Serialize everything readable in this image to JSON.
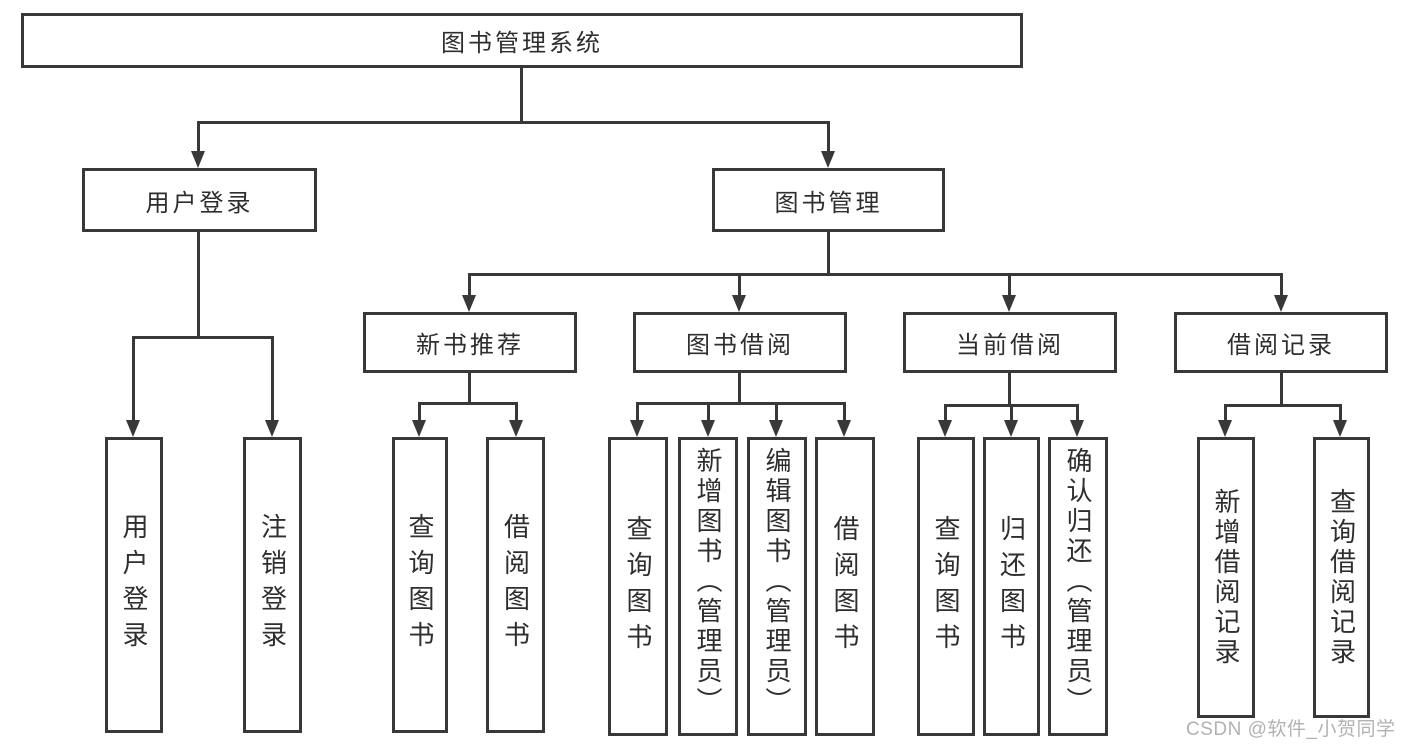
{
  "colors": {
    "line": "#383838",
    "text": "#2e2e2e",
    "watermark": "#b2b2b2",
    "background": "#ffffff"
  },
  "watermark": {
    "text": "CSDN @软件_小贺同学"
  },
  "diagram": {
    "type": "hierarchy-tree",
    "root": {
      "label": "图书管理系统",
      "children": [
        {
          "label": "用户登录",
          "children": [
            {
              "label": "用户登录"
            },
            {
              "label": "注销登录"
            }
          ]
        },
        {
          "label": "图书管理",
          "children": [
            {
              "label": "新书推荐",
              "children": [
                {
                  "label": "查询图书"
                },
                {
                  "label": "借阅图书"
                }
              ]
            },
            {
              "label": "图书借阅",
              "children": [
                {
                  "label": "查询图书"
                },
                {
                  "label": "新增图书（管理员）"
                },
                {
                  "label": "编辑图书（管理员）"
                },
                {
                  "label": "借阅图书"
                }
              ]
            },
            {
              "label": "当前借阅",
              "children": [
                {
                  "label": "查询图书"
                },
                {
                  "label": "归还图书"
                },
                {
                  "label": "确认归还（管理员）"
                }
              ]
            },
            {
              "label": "借阅记录",
              "children": [
                {
                  "label": "新增借阅记录"
                },
                {
                  "label": "查询借阅记录"
                }
              ]
            }
          ]
        }
      ]
    }
  }
}
